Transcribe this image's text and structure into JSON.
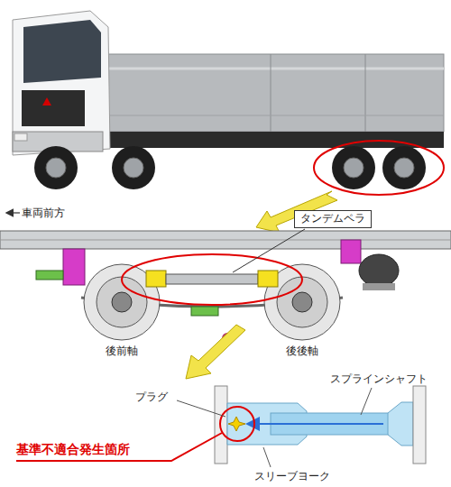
{
  "diagram": {
    "nodes": [
      {
        "text": [
          "タンデムペラ"
        ]
      }
    ],
    "labels": [
      "車両前方",
      "後前軸",
      "後後軸",
      "プラグ",
      "スプラインシャフト",
      "スリーブヨーク",
      "基準不適合発生箇所"
    ]
  }
}
